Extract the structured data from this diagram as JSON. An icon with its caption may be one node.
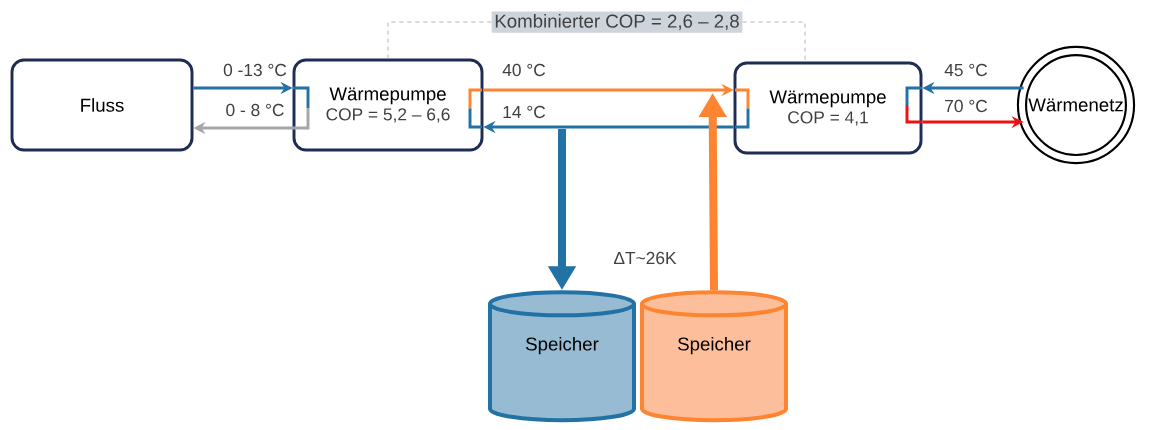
{
  "diagram": {
    "nodes": [
      {
        "text": [
          "Fluss"
        ]
      },
      {
        "text": [
          "Wärmepumpe",
          "COP = 5,2 – 6,6"
        ]
      },
      {
        "text": [
          "Wärmepumpe",
          "COP = 4,1"
        ]
      },
      {
        "text": [
          "Wärmenetz"
        ]
      },
      {
        "text": [
          "Speicher"
        ]
      },
      {
        "text": [
          "Speicher"
        ]
      },
      {
        "text": [
          "Kombinierter COP = 2,6 – 2,8"
        ]
      }
    ],
    "edges": [
      {
        "from": 0,
        "to": 1,
        "arrow": "to",
        "label": "0 -13 °C"
      },
      {
        "from": 1,
        "to": 0,
        "arrow": "to",
        "label": "0 - 8 °C",
        "color": "#a6a6a6"
      },
      {
        "from": 1,
        "to": 2,
        "arrow": "to",
        "label": "40 °C",
        "color": "#fd8430"
      },
      {
        "from": 2,
        "to": 1,
        "arrow": "to",
        "label": "14 °C"
      },
      {
        "from": 3,
        "to": 2,
        "arrow": "to",
        "label": "45 °C"
      },
      {
        "from": 2,
        "to": 3,
        "arrow": "to",
        "label": "70 °C",
        "color": "#ee1111"
      },
      {
        "from": null,
        "to": 4,
        "arrow": "to",
        "style": "thick"
      },
      {
        "from": 5,
        "to": 2,
        "arrow": "to",
        "style": "thick",
        "color": "#fd8430"
      },
      {
        "from": 6,
        "to": 1,
        "arrow": "none",
        "style": "dashed",
        "color": "#b0b0b0"
      },
      {
        "from": 6,
        "to": 2,
        "arrow": "none",
        "style": "dashed",
        "color": "#b0b0b0"
      }
    ],
    "labels": [
      "ΔT~26K"
    ]
  }
}
